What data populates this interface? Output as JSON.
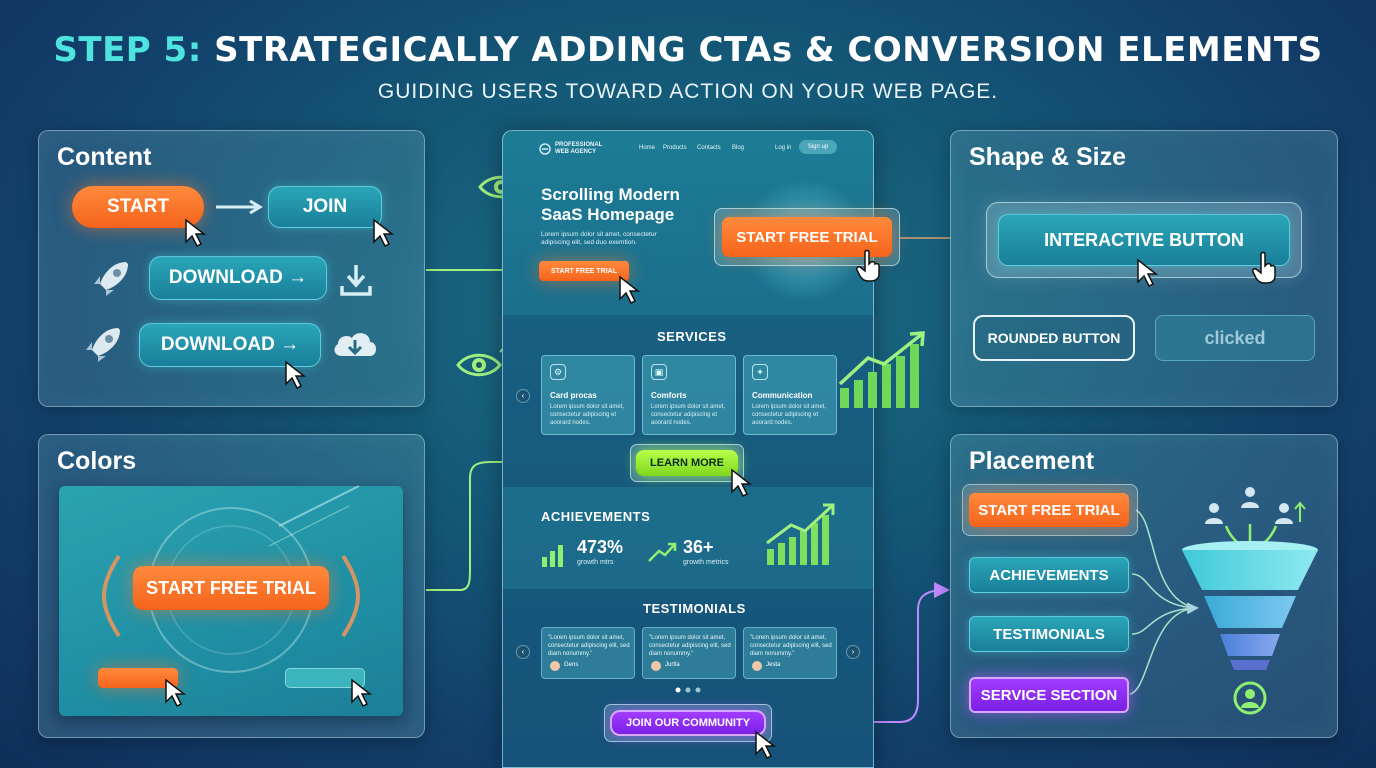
{
  "header": {
    "title_accent": "STEP 5:",
    "title_rest": "STRATEGICALLY ADDING CTAs & CONVERSION ELEMENTS",
    "subtitle": "GUIDING USERS TOWARD ACTION ON YOUR WEB PAGE."
  },
  "content_panel": {
    "title": "Content",
    "start_label": "START",
    "join_label": "JOIN",
    "download_label_1": "DOWNLOAD →",
    "download_label_2": "DOWNLOAD →"
  },
  "colors_panel": {
    "title": "Colors",
    "cta_label": "START FREE TRIAL"
  },
  "shape_panel": {
    "title": "Shape & Size",
    "interactive_label": "INTERACTIVE BUTTON",
    "rounded_label": "ROUNDED BUTTON",
    "clicked_label": "clicked"
  },
  "placement_panel": {
    "title": "Placement",
    "items": [
      {
        "label": "START FREE TRIAL"
      },
      {
        "label": "ACHIEVEMENTS"
      },
      {
        "label": "TESTIMONIALS"
      },
      {
        "label": "SERVICE SECTION"
      }
    ]
  },
  "mockup": {
    "brand_line1": "PROFESSIONAL",
    "brand_line2": "WEB AGENCY",
    "nav": [
      "Home",
      "Products",
      "Contacts",
      "Blog"
    ],
    "login": "Log in",
    "signup": "Sign up",
    "hero_title_1": "Scrolling Modern",
    "hero_title_2": "SaaS Homepage",
    "hero_text": "Lorem ipsum dolor sit amet, consectetur adipiscing elit, sed duo exemtion.",
    "hero_cta": "START FREE TRIAL",
    "big_cta": "START FREE TRIAL",
    "services_head": "SERVICES",
    "services": [
      {
        "title": "Card procas",
        "text": "Lorem ipsum dolor sit amet, consectetur adipiscing et aoorard nodes."
      },
      {
        "title": "Comforts",
        "text": "Lorem ipsum dolor sit amet, consectetur adipiscing et aoorard nodes."
      },
      {
        "title": "Communication",
        "text": "Lorem ipsum dolor sit amet, consectetur adipiscing et aoorard nodes."
      }
    ],
    "learn_more": "LEARN MORE",
    "achievements_head": "ACHIEVEMENTS",
    "stat1_value": "473%",
    "stat1_label": "growth mtrs",
    "stat2_value": "36+",
    "stat2_label": "growth metrics",
    "testimonials_head": "TESTIMONIALS",
    "testimonials": [
      {
        "text": "\"Lorem ipsum dolor sit amet, consectetur adipiscing elit, sed diam nonummy.\"",
        "name": "Gens"
      },
      {
        "text": "\"Lorem ipsum dolor sit amet, consectetur adipiscing elit, sed diam nonummy.\"",
        "name": "Jurtla"
      },
      {
        "text": "\"Lorem ipsum dolor sit amet, consectetur adipiscing elit, sed diam nonummy.\"",
        "name": "Jesta"
      }
    ],
    "join_community": "JOIN OUR COMMUNITY"
  },
  "colors": {
    "orange": "#f5631b",
    "teal": "#1a7f9a",
    "green": "#7fd81d",
    "purple": "#7a1fe6",
    "arrow_green": "#8ff07a",
    "arrow_purple": "#b878ff"
  }
}
